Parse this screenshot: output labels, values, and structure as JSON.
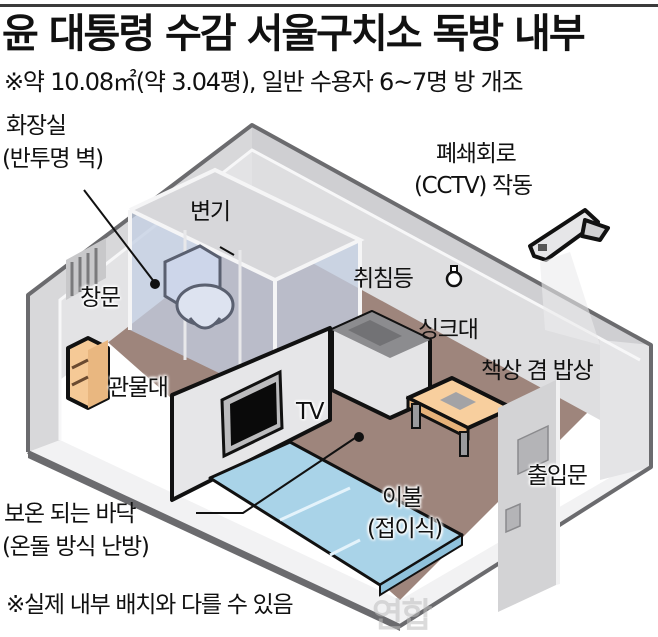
{
  "header": {
    "title": "윤 대통령 수감 서울구치소 독방 내부",
    "subtitle": "※약 10.08㎡(약 3.04평), 일반 수용자 6~7명 방 개조"
  },
  "labels": {
    "toilet_room": {
      "line1": "화장실",
      "line2": "(반투명 벽)"
    },
    "toilet": "변기",
    "cctv": {
      "line1": "폐쇄회로",
      "line2": "(CCTV) 작동"
    },
    "window": "창문",
    "sleep_light": "취침등",
    "sink": "싱크대",
    "desk": "책상 겸 밥상",
    "shelf": "관물대",
    "tv": "TV",
    "floor": {
      "line1": "보온 되는 바닥",
      "line2": "(온돌 방식 난방)"
    },
    "quilt": {
      "line1": "이불",
      "line2": "(접이식)"
    },
    "door": "출입문"
  },
  "footer": {
    "note": "※실제 내부 배치와 다를 수 있음",
    "watermark": "연합"
  },
  "icons": {
    "sleep_light": "light-bulb-icon",
    "cctv": "cctv-camera-icon"
  },
  "colors": {
    "floor": "#9e857c",
    "wall": "#dcdcdf",
    "wall_dark": "#c9c9cc",
    "wall_edge": "#6b6b6e",
    "glass": "#c3cfe3",
    "quilt": "#a9d3e8",
    "furniture": "#f7cfa0",
    "rule": "#3b3b3b"
  }
}
